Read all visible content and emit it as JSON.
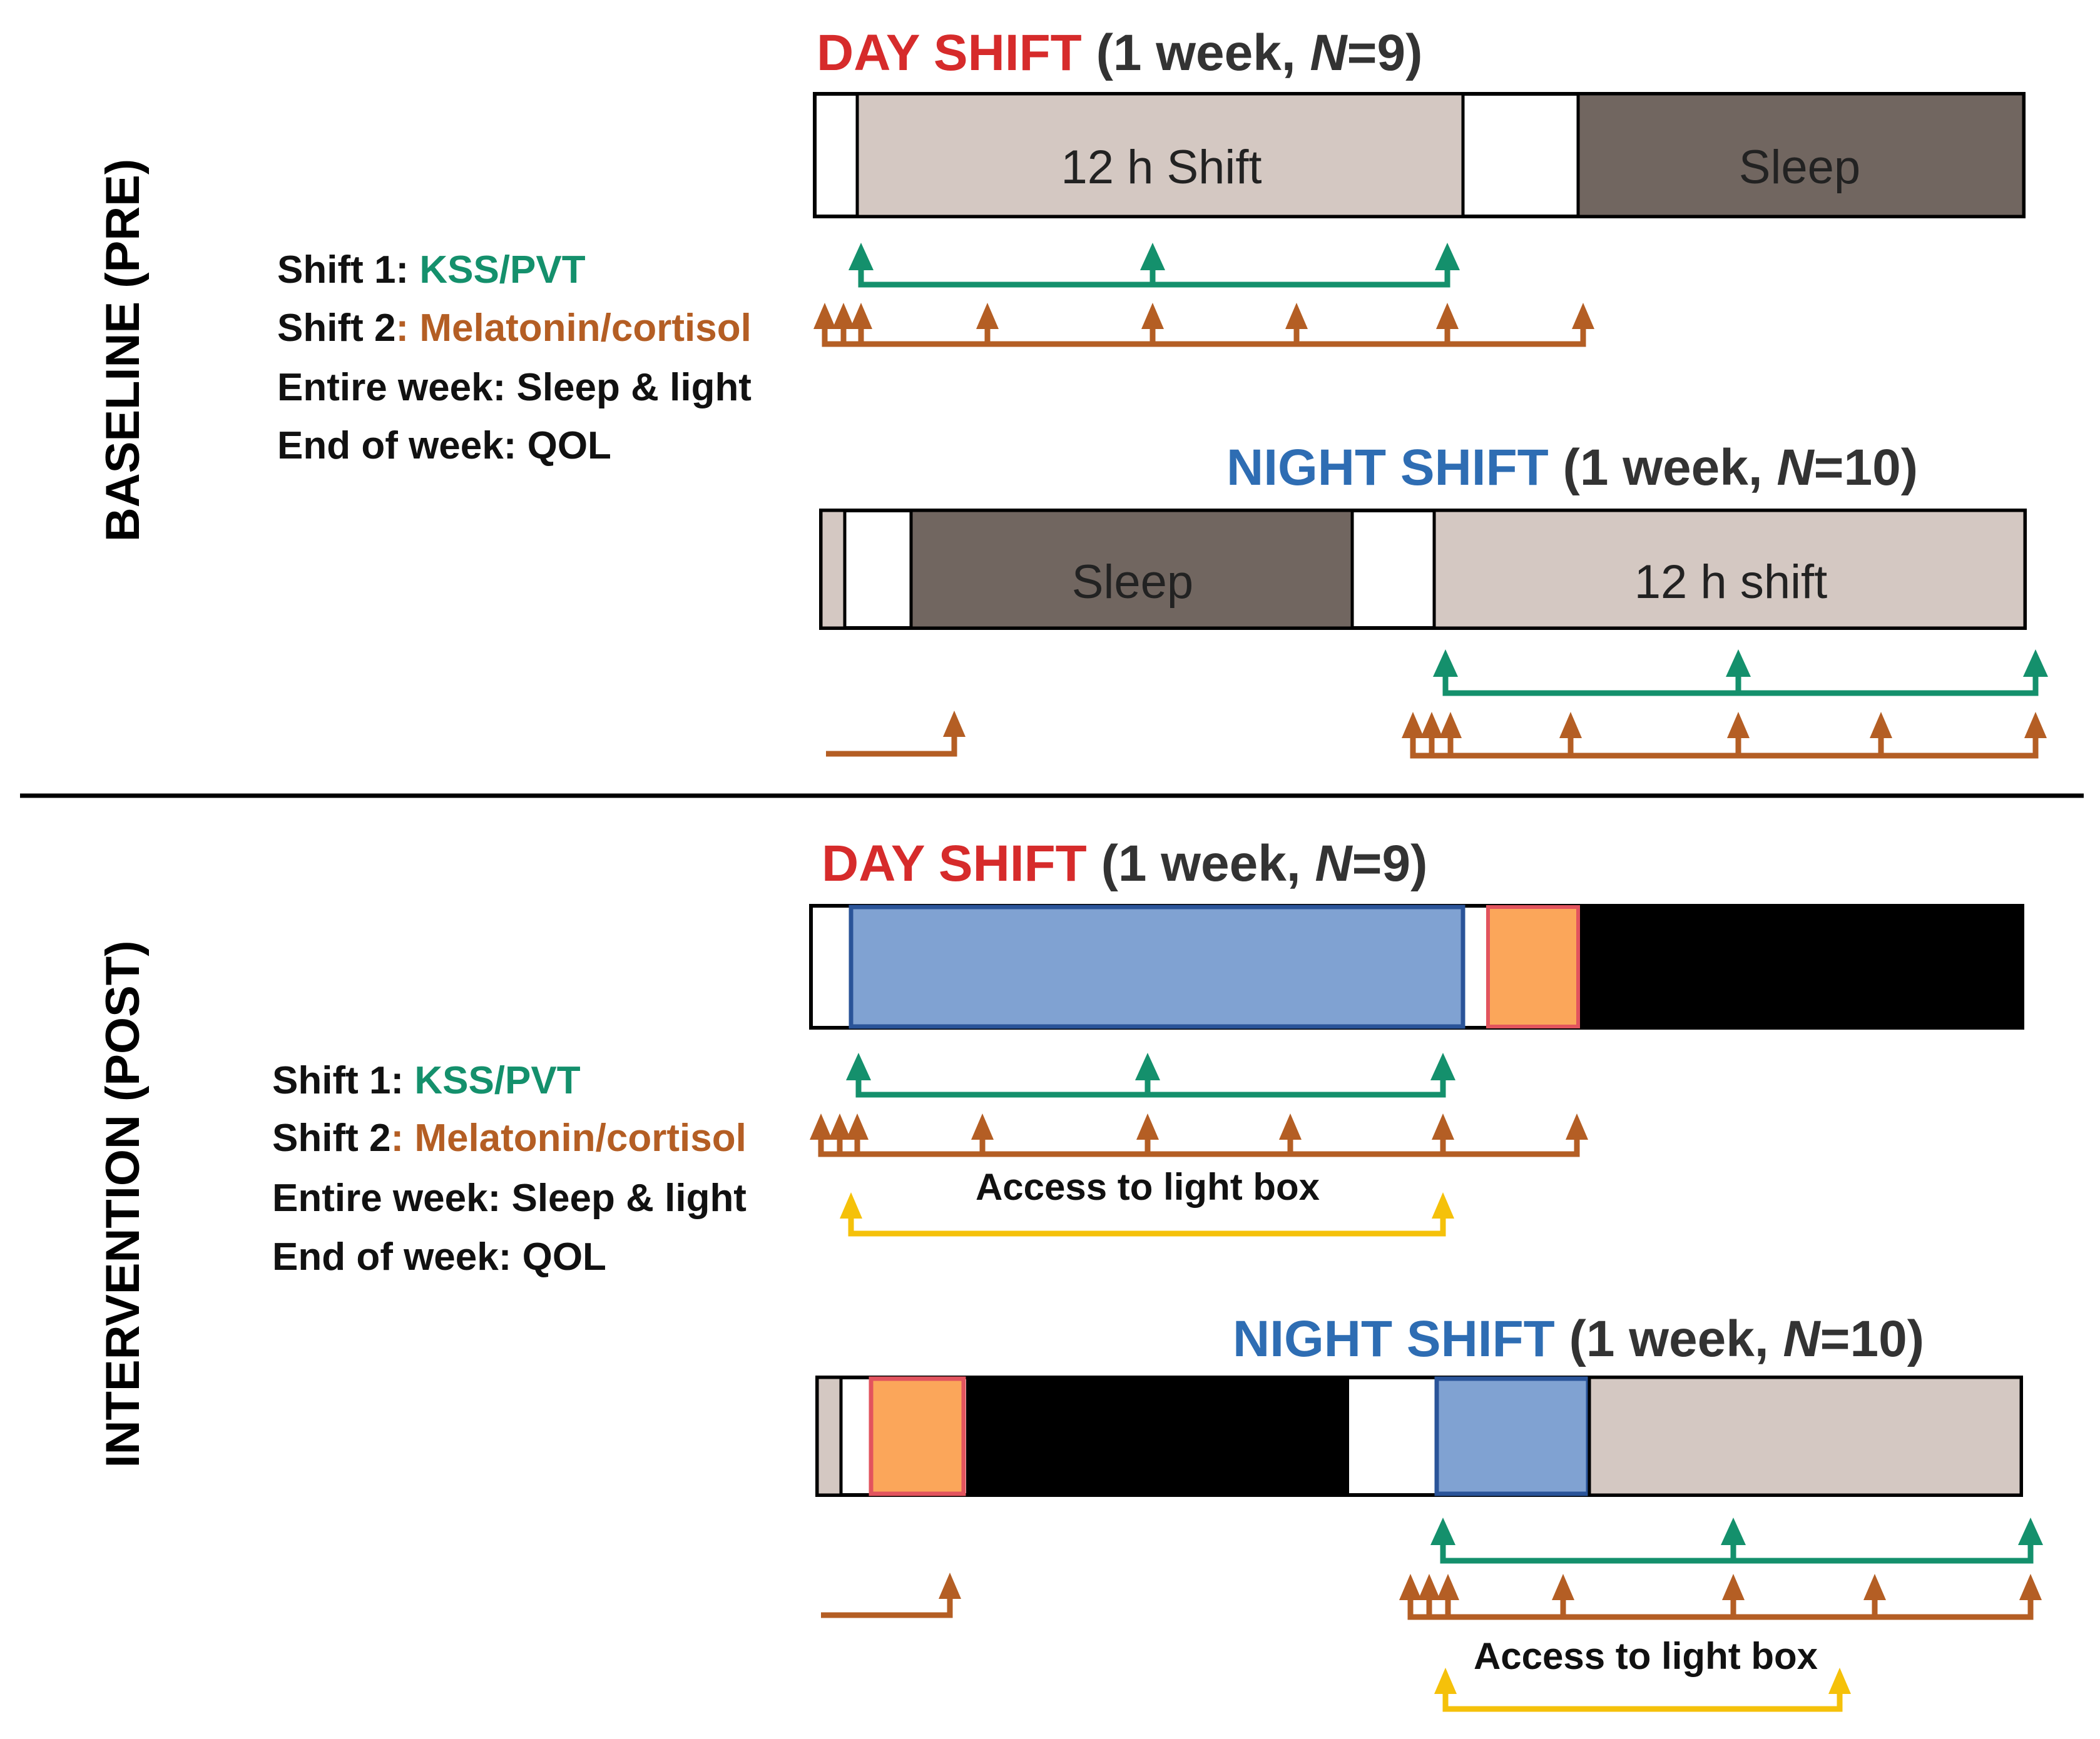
{
  "colors": {
    "day": "#d62b2b",
    "night": "#2e6db3",
    "kss": "#14906c",
    "melatonin": "#b45e24",
    "lightbox": "#f5c10a",
    "shift_fill": "#d4c8c2",
    "sleep_fill": "#716660",
    "blue_light": "#80a2d2",
    "blue_border": "#2a5499",
    "orange_fill": "#fba65a",
    "orange_border": "#e2545e",
    "black_fill": "#000000"
  },
  "sections": {
    "baseline": "BASELINE (PRE)",
    "intervention": "INTERVENTION (POST)"
  },
  "baseline": {
    "day_title": {
      "shift": "DAY SHIFT",
      "p1": " (1 week, ",
      "n": "N",
      "p2": "=9)"
    },
    "day_bar": {
      "shift_label": "12 h Shift",
      "sleep_label": "Sleep"
    },
    "night_title": {
      "shift": "NIGHT SHIFT",
      "p1": " (1 week, ",
      "n": "N",
      "p2": "=10)"
    },
    "night_bar": {
      "sleep_label": "Sleep",
      "shift_label": "12 h shift"
    },
    "labels": {
      "shift1_prefix": "Shift 1: ",
      "shift1_value": "KSS/PVT",
      "shift2_prefix": "Shift 2",
      "shift2_value": ": Melatonin/cortisol",
      "entire_week": "Entire week: Sleep & light",
      "end_week": "End of week: QOL"
    }
  },
  "intervention": {
    "day_title": {
      "shift": "DAY SHIFT",
      "p1": " (1 week, ",
      "n": "N",
      "p2": "=9)"
    },
    "night_title": {
      "shift": "NIGHT SHIFT",
      "p1": " (1 week, ",
      "n": "N",
      "p2": "=10)"
    },
    "labels": {
      "shift1_prefix": "Shift 1: ",
      "shift1_value": "KSS/PVT",
      "shift2_prefix": "Shift 2",
      "shift2_value": ": Melatonin/cortisol",
      "entire_week": "Entire week: Sleep & light",
      "end_week": "End of week: QOL"
    },
    "lightbox_day": "Access to light box",
    "lightbox_night": "Access to light box"
  }
}
